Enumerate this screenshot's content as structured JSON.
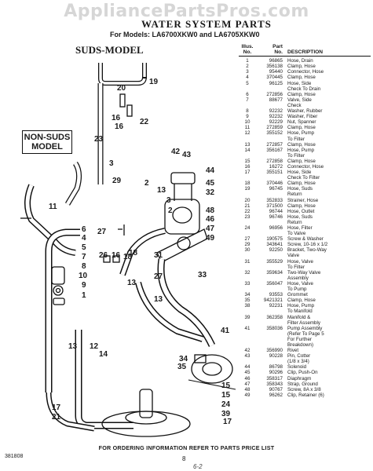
{
  "watermark": "AppliancePartsPros.com",
  "header": {
    "title": "WATER SYSTEM PARTS",
    "subtitle": "For Models: LA6700XKW0 and LA6705XKW0",
    "suds_label": "SUDS-MODEL",
    "nonsuds_line1": "NON-SUDS",
    "nonsuds_line2": "MODEL"
  },
  "table": {
    "col_no_1": "Illus.",
    "col_no_2": "No.",
    "col_pn_1": "Part",
    "col_pn_2": "No.",
    "col_desc": "DESCRIPTION",
    "rows": [
      {
        "no": "1",
        "pn": "96865",
        "desc": "Hose, Drain"
      },
      {
        "no": "2",
        "pn": "356138",
        "desc": "Clamp, Hose"
      },
      {
        "no": "3",
        "pn": "95440",
        "desc": "Connector, Hose"
      },
      {
        "no": "4",
        "pn": "370445",
        "desc": "Clamp, Hose"
      },
      {
        "no": "5",
        "pn": "96125",
        "desc": "Hose, Side"
      },
      {
        "no": "",
        "pn": "",
        "desc": "Check To Drain"
      },
      {
        "no": "6",
        "pn": "272856",
        "desc": "Clamp, Hose"
      },
      {
        "no": "7",
        "pn": "88677",
        "desc": "Valve, Side"
      },
      {
        "no": "",
        "pn": "",
        "desc": "Check"
      },
      {
        "no": "8",
        "pn": "92232",
        "desc": "Washer, Rubber"
      },
      {
        "no": "9",
        "pn": "92232",
        "desc": "Washer, Fiber"
      },
      {
        "no": "10",
        "pn": "92229",
        "desc": "Nut, Spanner"
      },
      {
        "no": "11",
        "pn": "272859",
        "desc": "Clamp, Hose"
      },
      {
        "no": "12",
        "pn": "355152",
        "desc": "Hose, Pump"
      },
      {
        "no": "",
        "pn": "",
        "desc": "To Filter"
      },
      {
        "no": "13",
        "pn": "272857",
        "desc": "Clamp, Hose"
      },
      {
        "no": "14",
        "pn": "356167",
        "desc": "Hose, Pump"
      },
      {
        "no": "",
        "pn": "",
        "desc": "To Filter"
      },
      {
        "no": "15",
        "pn": "272858",
        "desc": "Clamp, Hose"
      },
      {
        "no": "16",
        "pn": "16272",
        "desc": "Connector, Hose"
      },
      {
        "no": "17",
        "pn": "355151",
        "desc": "Hose, Side"
      },
      {
        "no": "",
        "pn": "",
        "desc": "Check To Filter"
      },
      {
        "no": "18",
        "pn": "370446",
        "desc": "Clamp, Hose"
      },
      {
        "no": "19",
        "pn": "96745",
        "desc": "Hose, Suds"
      },
      {
        "no": "",
        "pn": "",
        "desc": "Return"
      },
      {
        "no": "20",
        "pn": "352833",
        "desc": "Strainer, Hose"
      },
      {
        "no": "21",
        "pn": "371500",
        "desc": "Clamp, Hose"
      },
      {
        "no": "22",
        "pn": "96744",
        "desc": "Hose, Outlet"
      },
      {
        "no": "23",
        "pn": "96746",
        "desc": "Hose, Suds"
      },
      {
        "no": "",
        "pn": "",
        "desc": "Return"
      },
      {
        "no": "24",
        "pn": "96956",
        "desc": "Hose, Filter"
      },
      {
        "no": "",
        "pn": "",
        "desc": "To Valve"
      },
      {
        "no": "27",
        "pn": "190575",
        "desc": "Screw & Washer"
      },
      {
        "no": "29",
        "pn": "343641",
        "desc": "Screw, 10-16 x 1/2"
      },
      {
        "no": "30",
        "pn": "92250",
        "desc": "Bracket, Two-Way"
      },
      {
        "no": "",
        "pn": "",
        "desc": "Valve"
      },
      {
        "no": "31",
        "pn": "355529",
        "desc": "Hose, Valve"
      },
      {
        "no": "",
        "pn": "",
        "desc": "To Filter"
      },
      {
        "no": "32",
        "pn": "359634",
        "desc": "Two-Way Valve"
      },
      {
        "no": "",
        "pn": "",
        "desc": "Assembly"
      },
      {
        "no": "33",
        "pn": "356047",
        "desc": "Hose, Valve"
      },
      {
        "no": "",
        "pn": "",
        "desc": "To Pump"
      },
      {
        "no": "34",
        "pn": "93553",
        "desc": "Grommet"
      },
      {
        "no": "35",
        "pn": "9421321",
        "desc": "Clamp, Hose"
      },
      {
        "no": "38",
        "pn": "92231",
        "desc": "Hose, Pump"
      },
      {
        "no": "",
        "pn": "",
        "desc": "To Manifold"
      },
      {
        "no": "39",
        "pn": "362358",
        "desc": "Manifold &"
      },
      {
        "no": "",
        "pn": "",
        "desc": "Filter Assembly"
      },
      {
        "no": "41",
        "pn": "358036",
        "desc": "Pump Assembly"
      },
      {
        "no": "",
        "pn": "",
        "desc": "(Refer To Page 5"
      },
      {
        "no": "",
        "pn": "",
        "desc": "For Further"
      },
      {
        "no": "",
        "pn": "",
        "desc": "Breakdown)"
      },
      {
        "no": "42",
        "pn": "356990",
        "desc": "Rivet"
      },
      {
        "no": "43",
        "pn": "90228",
        "desc": "Pin, Cotter"
      },
      {
        "no": "",
        "pn": "",
        "desc": "(1/8 x 3/4)"
      },
      {
        "no": "44",
        "pn": "86798",
        "desc": "Solenoid"
      },
      {
        "no": "45",
        "pn": "90296",
        "desc": "Clip, Push-On"
      },
      {
        "no": "46",
        "pn": "358317",
        "desc": "Diaphragm"
      },
      {
        "no": "47",
        "pn": "358343",
        "desc": "Strap, Ground"
      },
      {
        "no": "48",
        "pn": "90767",
        "desc": "Screw, 8A x 3/8"
      },
      {
        "no": "49",
        "pn": "96262",
        "desc": "Clip, Retainer (6)"
      }
    ]
  },
  "callouts": [
    {
      "id": "c20",
      "text": "20"
    },
    {
      "id": "c19",
      "text": "19"
    },
    {
      "id": "c16a",
      "text": "16"
    },
    {
      "id": "c22",
      "text": "22"
    },
    {
      "id": "c16b",
      "text": "16"
    },
    {
      "id": "c23",
      "text": "23"
    },
    {
      "id": "c3a",
      "text": "3"
    },
    {
      "id": "c29",
      "text": "29"
    },
    {
      "id": "c2a",
      "text": "2"
    },
    {
      "id": "c13a",
      "text": "13"
    },
    {
      "id": "c42",
      "text": "42"
    },
    {
      "id": "c43",
      "text": "43"
    },
    {
      "id": "c44",
      "text": "44"
    },
    {
      "id": "c45",
      "text": "45"
    },
    {
      "id": "c32",
      "text": "32"
    },
    {
      "id": "c3b",
      "text": "3"
    },
    {
      "id": "c2b",
      "text": "2"
    },
    {
      "id": "c48",
      "text": "48"
    },
    {
      "id": "c46",
      "text": "46"
    },
    {
      "id": "c47",
      "text": "47"
    },
    {
      "id": "c49",
      "text": "49"
    },
    {
      "id": "c27a",
      "text": "27"
    },
    {
      "id": "c11",
      "text": "11"
    },
    {
      "id": "c6",
      "text": "6"
    },
    {
      "id": "c4",
      "text": "4"
    },
    {
      "id": "c5",
      "text": "5"
    },
    {
      "id": "c7",
      "text": "7"
    },
    {
      "id": "c8",
      "text": "8"
    },
    {
      "id": "c10",
      "text": "10"
    },
    {
      "id": "c9",
      "text": "9"
    },
    {
      "id": "c1",
      "text": "1"
    },
    {
      "id": "c18",
      "text": "18"
    },
    {
      "id": "c26",
      "text": "26"
    },
    {
      "id": "c16c",
      "text": "16"
    },
    {
      "id": "c18b",
      "text": "18"
    },
    {
      "id": "c13b",
      "text": "13"
    },
    {
      "id": "c13c",
      "text": "13"
    },
    {
      "id": "c31",
      "text": "31"
    },
    {
      "id": "c33",
      "text": "33"
    },
    {
      "id": "c27b",
      "text": "27"
    },
    {
      "id": "c13d",
      "text": "13"
    },
    {
      "id": "c12",
      "text": "12"
    },
    {
      "id": "c14",
      "text": "14"
    },
    {
      "id": "c41",
      "text": "41"
    },
    {
      "id": "c34",
      "text": "34"
    },
    {
      "id": "c35",
      "text": "35"
    },
    {
      "id": "c15a",
      "text": "15"
    },
    {
      "id": "c15b",
      "text": "15"
    },
    {
      "id": "c24",
      "text": "24"
    },
    {
      "id": "c17",
      "text": "17"
    },
    {
      "id": "c21",
      "text": "21"
    },
    {
      "id": "c39",
      "text": "39"
    },
    {
      "id": "c17b",
      "text": "17"
    }
  ],
  "footer": {
    "order_note": "FOR ORDERING INFORMATION REFER TO PARTS PRICE LIST",
    "code": "381808",
    "page": "8",
    "handnote": "6-2"
  }
}
